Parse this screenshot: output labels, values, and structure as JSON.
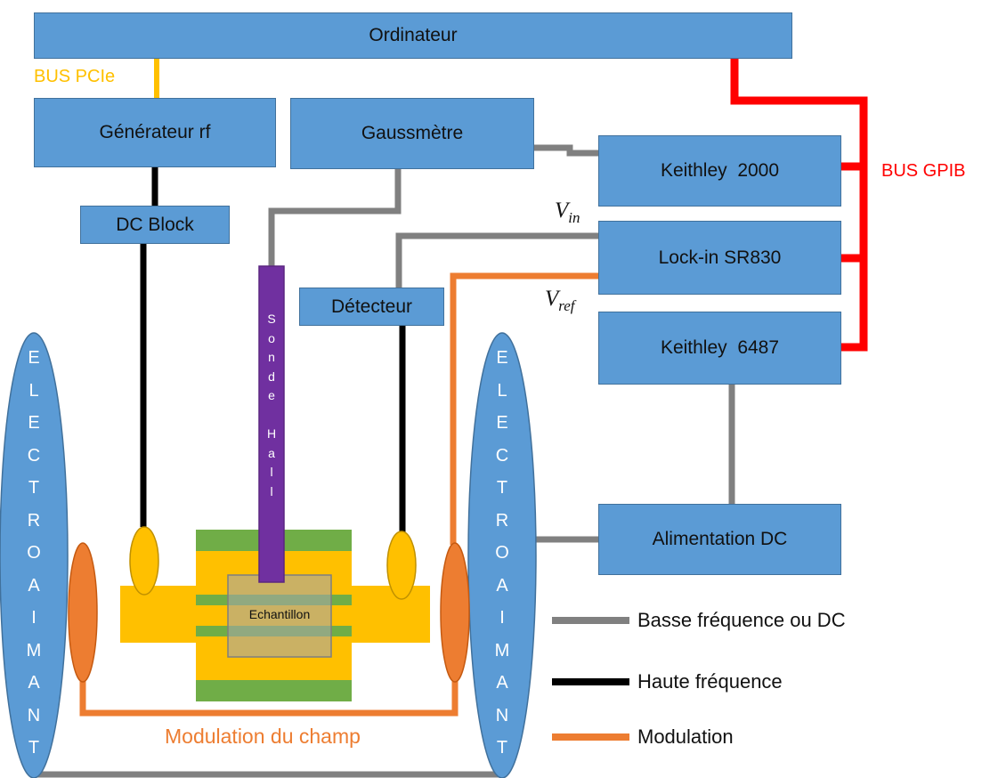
{
  "boxes": {
    "ordinateur": "Ordinateur",
    "generateur": "Générateur rf",
    "gaussmetre": "Gaussmètre",
    "dc_block": "DC Block",
    "detecteur": "Détecteur",
    "keithley2000": "Keithley  2000",
    "lockin": "Lock-in SR830",
    "keithley6487": "Keithley  6487",
    "alimentation": "Alimentation DC",
    "echantillon": "Echantillon"
  },
  "bus": {
    "pcie": "BUS PCIe",
    "gpib": "BUS GPIB"
  },
  "signals": {
    "vin_base": "V",
    "vin_sub": "in",
    "vref_base": "V",
    "vref_sub": "ref"
  },
  "probe_letters": [
    "S",
    "o",
    "n",
    "d",
    "e",
    "",
    "H",
    "a",
    "l",
    "l"
  ],
  "magnet_letters": [
    "E",
    "L",
    "E",
    "C",
    "T",
    "R",
    "O",
    "A",
    "I",
    "M",
    "A",
    "N",
    "T"
  ],
  "modulation_label": "Modulation du champ",
  "legend": [
    {
      "label": "Basse fréquence ou DC",
      "color": "#808080"
    },
    {
      "label": "Haute fréquence",
      "color": "#000000"
    },
    {
      "label": "Modulation",
      "color": "#ed7d31"
    }
  ],
  "colors": {
    "box_fill": "#5b9bd5",
    "box_border": "#41719c",
    "gpib": "#ff0000",
    "pcie": "#ffc000",
    "low_freq": "#808080",
    "high_freq": "#000000",
    "modulation": "#ed7d31",
    "waveguide": "#ffc000",
    "sample_layer": "#70ad47",
    "hall_probe": "#7030a0",
    "coil": "#ed7d31"
  }
}
